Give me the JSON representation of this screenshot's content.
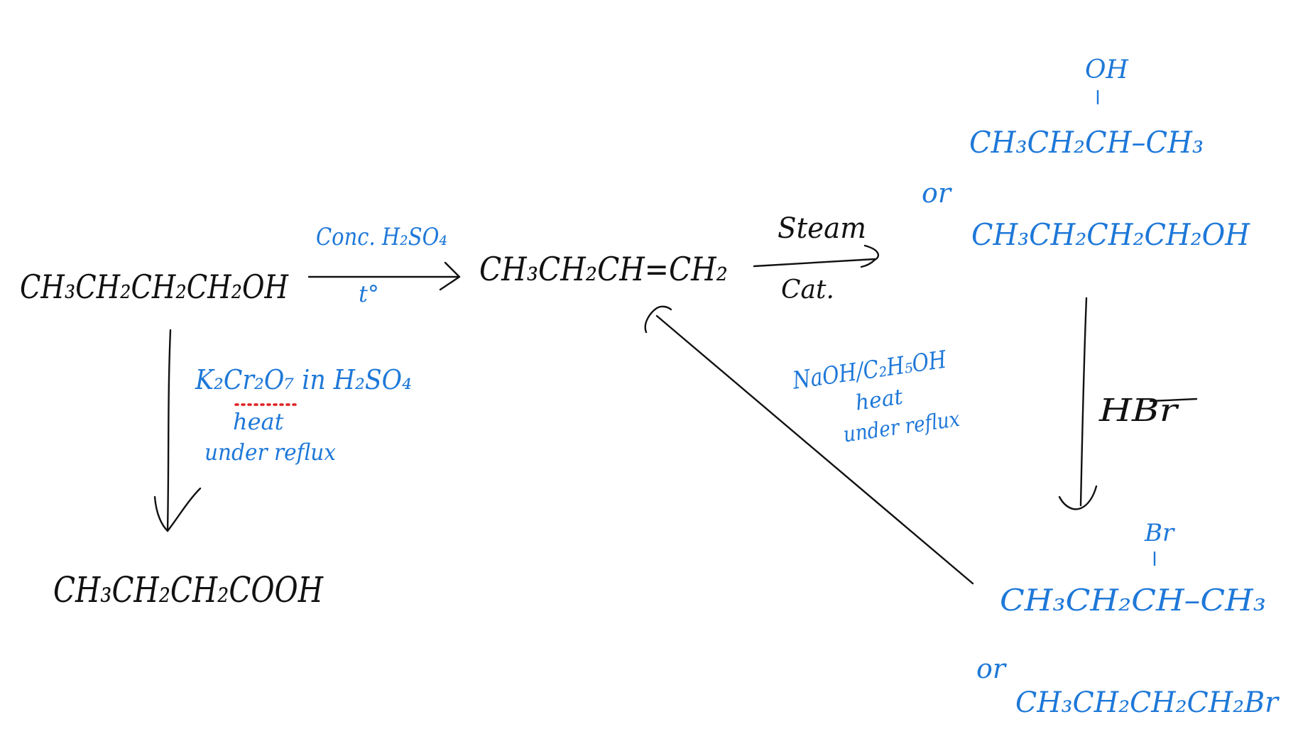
{
  "compounds": {
    "butanol": "CH₃CH₂CH₂CH₂OH",
    "butene": "CH₃CH₂CH=CH₂",
    "butanoic_acid": "CH₃CH₂CH₂COOH",
    "alcohol_branch_oh": "OH",
    "alcohol_secondary": "CH₃CH₂CH–CH₃",
    "alcohol_primary": "CH₃CH₂CH₂CH₂OH",
    "bromide_branch_br": "Br",
    "bromide_secondary": "CH₃CH₂CH–CH₃",
    "bromide_primary": "CH₃CH₂CH₂CH₂Br"
  },
  "connectors": {
    "or_alcohols": "or",
    "or_bromides": "or"
  },
  "conditions": {
    "dehydration_reagent": "Conc. H₂SO₄",
    "dehydration_temp": "t°",
    "hydration_reagent": "Steam",
    "hydration_catalyst": "Cat.",
    "oxidation_reagent": "K₂Cr₂O₇ in H₂SO₄",
    "oxidation_heat": "heat",
    "oxidation_reflux": "under reflux",
    "hbr_reagent": "HBr",
    "elimination_reagent": "NaOH/C₂H₅OH",
    "elimination_heat": "heat",
    "elimination_reflux": "under reflux"
  },
  "colors": {
    "ink_black": "#111111",
    "ink_blue": "#1e78d8",
    "highlight_red": "#e02020"
  }
}
